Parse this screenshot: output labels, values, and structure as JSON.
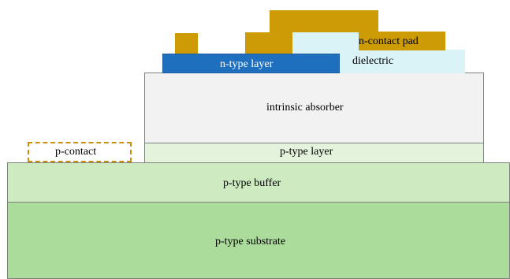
{
  "diagram": {
    "layers": {
      "substrate": "p-type substrate",
      "buffer": "p-type buffer",
      "p_layer": "p-type layer",
      "absorber": "intrinsic absorber",
      "n_layer": "n-type layer",
      "dielectric": "dielectric",
      "n_contact_pad": "n-contact pad",
      "p_contact": "p-contact"
    },
    "colors": {
      "substrate": "#acdc9c",
      "buffer": "#cdeac0",
      "p_layer": "#e4f3dc",
      "absorber": "#f2f2f2",
      "n_layer": "#1f6fbf",
      "dielectric": "#daf3f7",
      "metal": "#cc9b06",
      "p_contact_border": "#c8900a"
    }
  }
}
